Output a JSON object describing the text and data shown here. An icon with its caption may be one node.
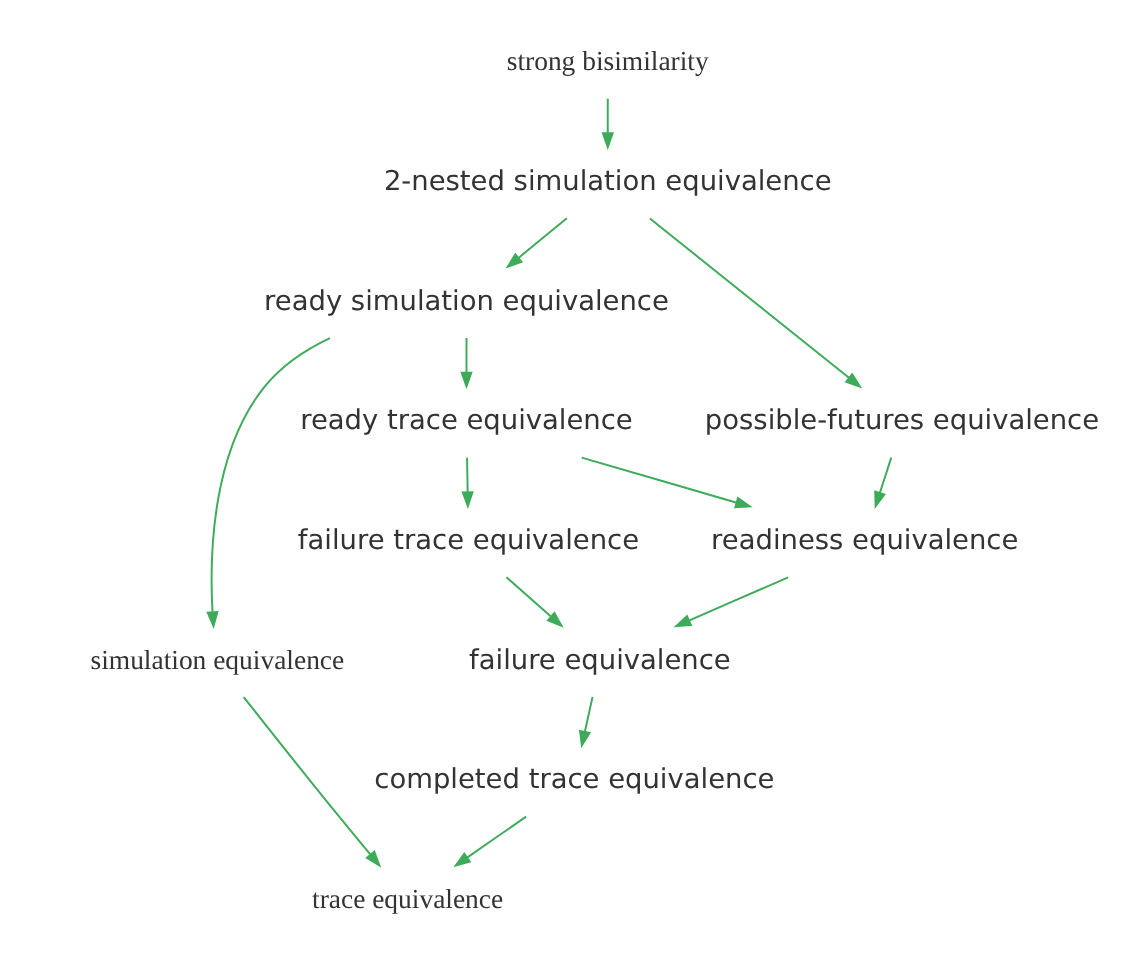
{
  "diagram": {
    "nodes": [
      {
        "text": [
          "strong bisimilarity"
        ]
      },
      {
        "text": [
          "2-nested simulation equivalence"
        ]
      },
      {
        "text": [
          "ready simulation equivalence"
        ]
      },
      {
        "text": [
          "possible-futures equivalence"
        ]
      },
      {
        "text": [
          "ready trace equivalence"
        ]
      },
      {
        "text": [
          "readiness equivalence"
        ]
      },
      {
        "text": [
          "failure trace equivalence"
        ]
      },
      {
        "text": [
          "simulation equivalence"
        ]
      },
      {
        "text": [
          "failure equivalence"
        ]
      },
      {
        "text": [
          "completed trace equivalence"
        ]
      },
      {
        "text": [
          "trace equivalence"
        ]
      }
    ],
    "edges": [
      {
        "from": 0,
        "to": 1,
        "arrow": "to"
      },
      {
        "from": 1,
        "to": 2,
        "arrow": "to"
      },
      {
        "from": 1,
        "to": 3,
        "arrow": "to"
      },
      {
        "from": 2,
        "to": 4,
        "arrow": "to"
      },
      {
        "from": 2,
        "to": 7,
        "arrow": "to"
      },
      {
        "from": 3,
        "to": 5,
        "arrow": "to"
      },
      {
        "from": 4,
        "to": 5,
        "arrow": "to"
      },
      {
        "from": 4,
        "to": 6,
        "arrow": "to"
      },
      {
        "from": 6,
        "to": 8,
        "arrow": "to"
      },
      {
        "from": 5,
        "to": 8,
        "arrow": "to"
      },
      {
        "from": 8,
        "to": 9,
        "arrow": "to"
      },
      {
        "from": 9,
        "to": 10,
        "arrow": "to"
      },
      {
        "from": 7,
        "to": 10,
        "arrow": "to"
      }
    ]
  }
}
